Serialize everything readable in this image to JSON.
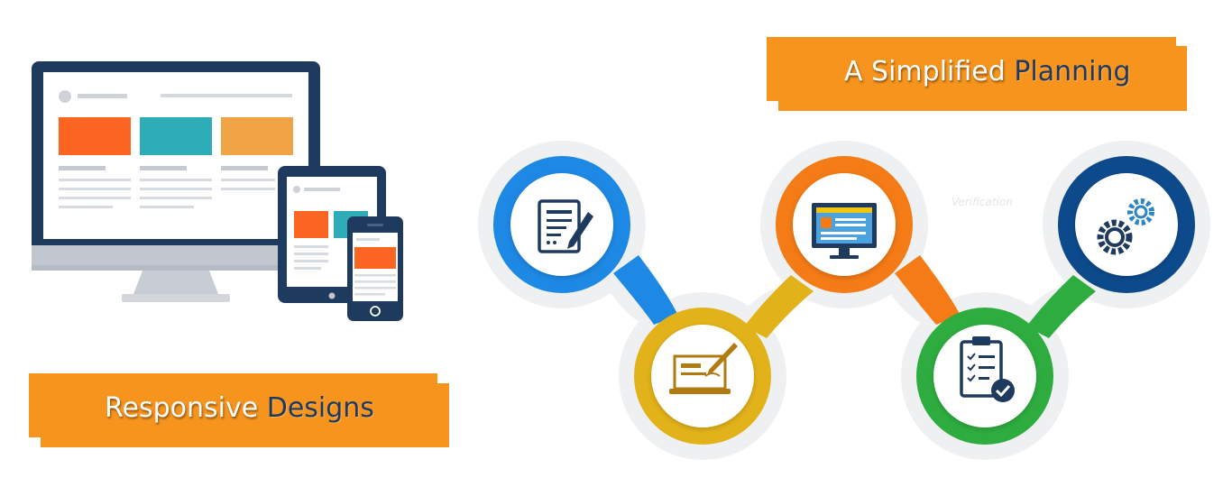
{
  "banners": {
    "planning": {
      "part1": "A Simplified",
      "part2": "Planning"
    },
    "responsive": {
      "part1": "Responsive",
      "part2": "Designs"
    }
  },
  "watermark": "Verification",
  "colors": {
    "orange": "#f7941d",
    "navy_text": "#1f3a5f",
    "blue": "#1e88e5",
    "yellow": "#e2b21a",
    "orange_ring": "#f47b16",
    "green": "#2eac3f",
    "dark_blue": "#0d4a8c"
  },
  "icons": [
    "document-pen-icon",
    "laptop-pen-icon",
    "monitor-webpage-icon",
    "clipboard-check-icon",
    "gears-icon",
    "devices-icon"
  ]
}
